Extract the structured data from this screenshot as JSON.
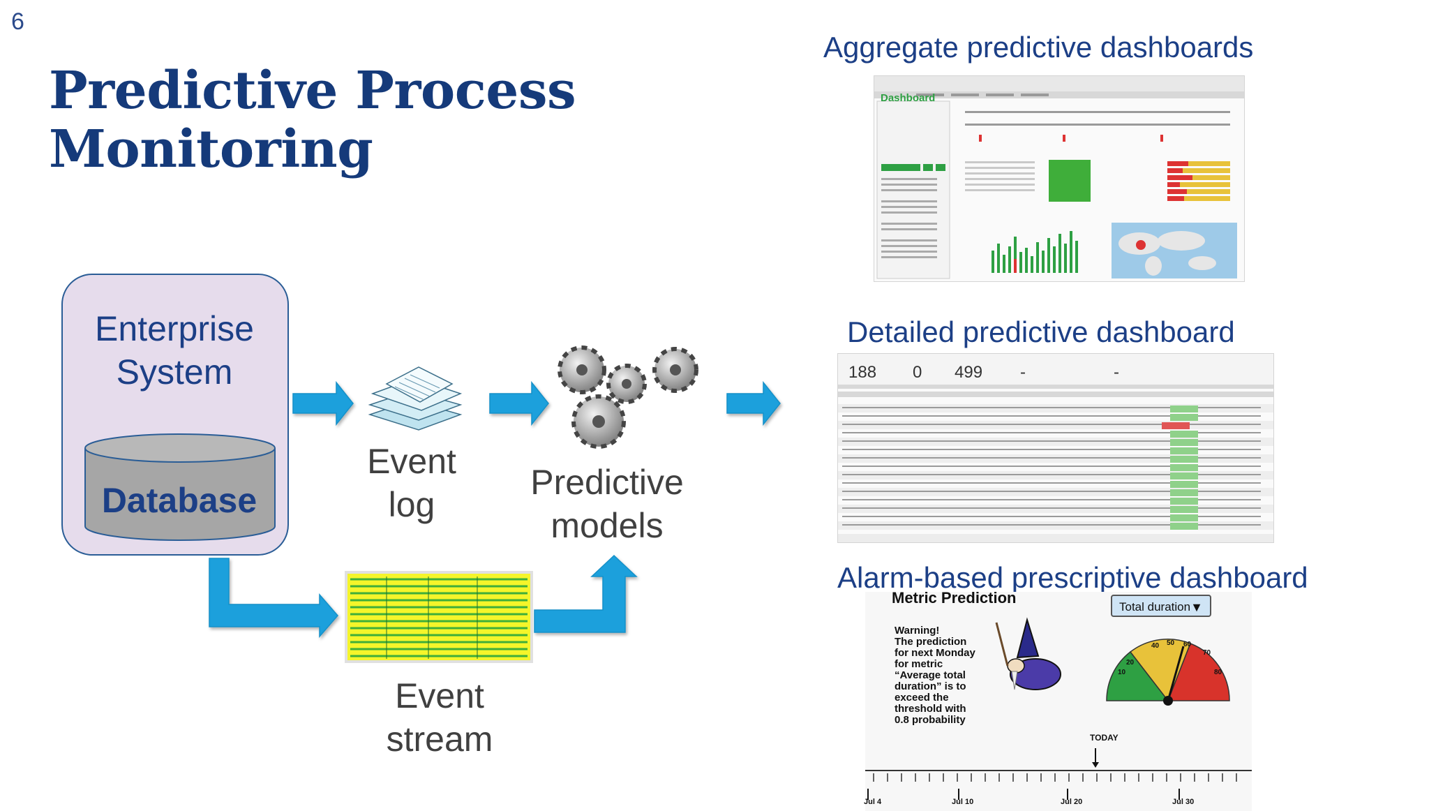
{
  "slide": {
    "number": "6",
    "title_line1": "Predictive Process",
    "title_line2": "Monitoring"
  },
  "diagram": {
    "enterprise_line1": "Enterprise",
    "enterprise_line2": "System",
    "database": "Database",
    "event_log_line1": "Event",
    "event_log_line2": "log",
    "predictive_line1": "Predictive",
    "predictive_line2": "models",
    "event_stream_line1": "Event",
    "event_stream_line2": "stream"
  },
  "dashboards": {
    "aggregate": {
      "label": "Aggregate predictive dashboards",
      "title": "Dashboard"
    },
    "detailed": {
      "label": "Detailed predictive dashboard",
      "metrics": [
        "188",
        "0",
        "499",
        "-",
        "-"
      ]
    },
    "alarm": {
      "label": "Alarm-based prescriptive dashboard",
      "title": "Metric Prediction",
      "select_value": "Total duration",
      "warning_text": "Warning!\nThe prediction\nfor next Monday\nfor metric\n“Average total\nduration” is to\nexceed the\nthreshold with\n0.8 probability",
      "today_label": "TODAY",
      "axis_labels": [
        "Jul 4",
        "Jul 10",
        "Jul 20",
        "Jul 30"
      ],
      "gauge_labels": [
        "10",
        "20",
        "40",
        "50",
        "60",
        "70",
        "80"
      ]
    }
  },
  "colors": {
    "title": "#153a7a",
    "label_blue": "#1c3f86",
    "arrow": "#1aa0dc",
    "enterprise_fill": "#e6dcec",
    "database_fill": "#a6a6a6",
    "gauge_green": "#2ea043",
    "gauge_yellow": "#e8c23a",
    "gauge_red": "#d8332b"
  }
}
